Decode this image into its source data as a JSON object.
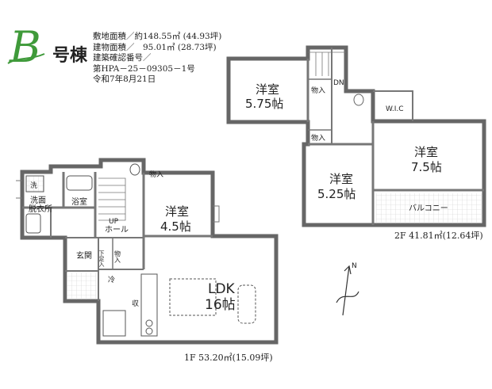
{
  "header": {
    "logo_letter": "B",
    "building_name": "号棟",
    "logo_color": "#3f9a3a",
    "lines": [
      "敷地面積／約148.55㎡ (44.93坪)",
      "建物面積／　95.01㎡ (28.73坪)",
      "建築確認番号／",
      "第HPA－25－09305－1号",
      "令和7年8月21日"
    ]
  },
  "floor1": {
    "caption": "1F 53.20㎡(15.09坪)",
    "rooms": {
      "wash_symbol": "洗",
      "washroom": [
        "洗面",
        "脱衣所"
      ],
      "bath": "浴室",
      "hall": [
        "UP",
        "ホール"
      ],
      "storage": "物入",
      "western_room": [
        "洋室",
        "4.5帖"
      ],
      "entrance": "玄関",
      "shoe_box": "下足入",
      "storage2": "物入",
      "fridge": "冷",
      "kitchen_storage": "収",
      "ldk": [
        "LDK",
        "16帖"
      ]
    }
  },
  "floor2": {
    "caption": "2F 41.81㎡(12.64坪)",
    "rooms": {
      "room_a": [
        "洋室",
        "5.75帖"
      ],
      "storage_a": "物入",
      "stairs_label": "DN",
      "wic": "W.I.C",
      "storage_b": "物入",
      "room_b": [
        "洋室",
        "5.25帖"
      ],
      "room_c": [
        "洋室",
        "7.5帖"
      ],
      "balcony": "バルコニー"
    }
  },
  "compass": {
    "label": "N"
  }
}
